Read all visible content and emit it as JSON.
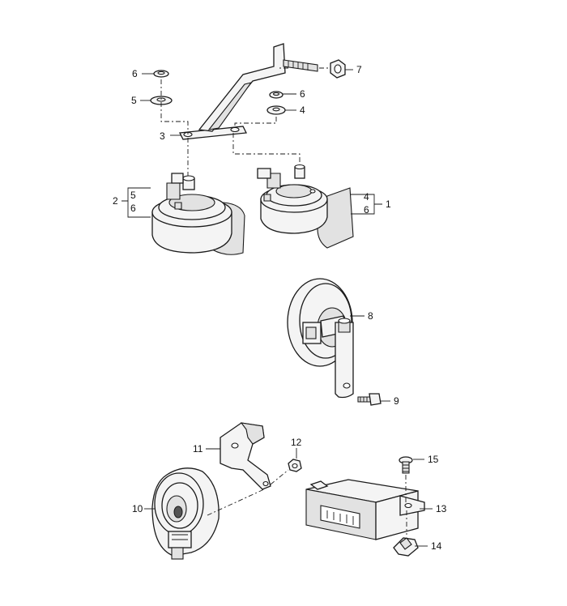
{
  "callouts": {
    "c1": "1",
    "c2": "2",
    "c3": "3",
    "c4": "4",
    "c5": "5",
    "c6a": "6",
    "c6b": "6",
    "c7": "7",
    "c8": "8",
    "c9": "9",
    "c10": "10",
    "c11": "11",
    "c12": "12",
    "c13": "13",
    "c14": "14",
    "c15": "15",
    "b2_top": "5",
    "b2_bottom": "6",
    "b1_top": "4",
    "b1_bottom": "6"
  }
}
